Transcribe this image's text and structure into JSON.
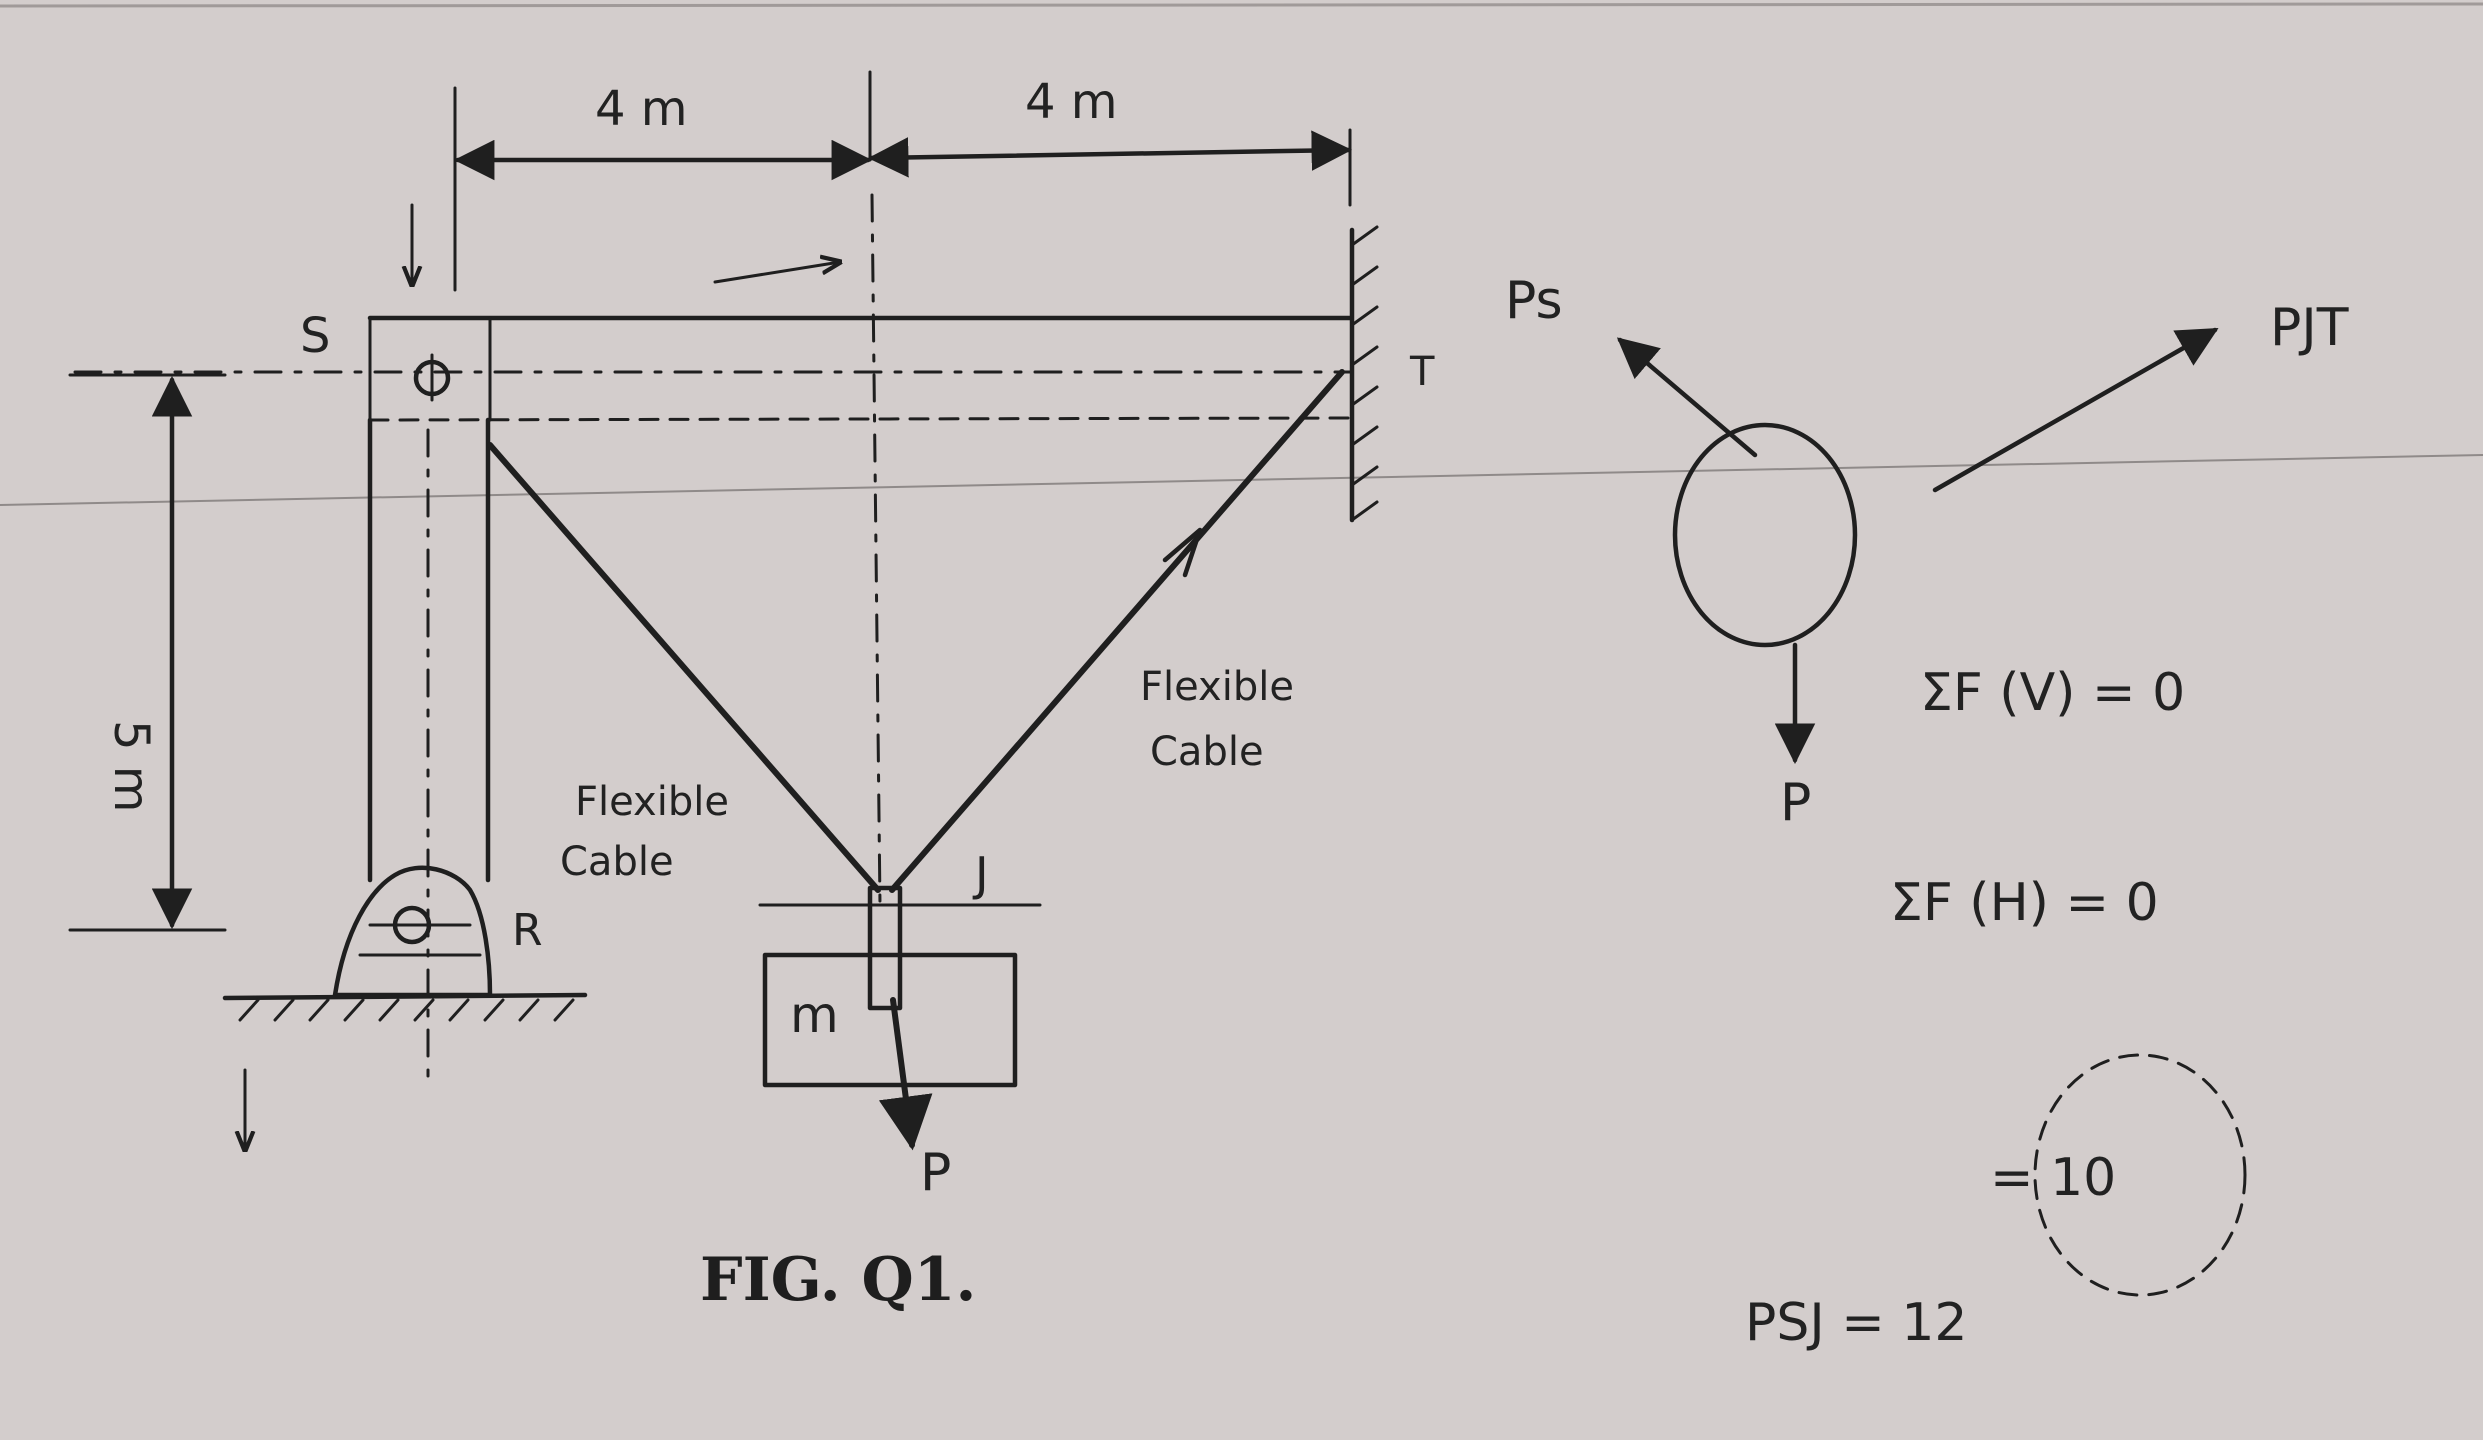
{
  "figure": {
    "caption": "FIG. Q1.",
    "dims": {
      "left_span": "4 m",
      "right_span": "4 m",
      "height": "5 m"
    },
    "points": {
      "S": "S",
      "R": "R",
      "T": "T",
      "J": "J"
    },
    "mass_label": "m",
    "load_label": "P",
    "cable_left": {
      "line1": "Flexible",
      "line2": "Cable"
    },
    "cable_right": {
      "line1": "Flexible",
      "line2": "Cable"
    }
  },
  "fbd": {
    "force_sj": "Ps",
    "force_jt": "PJT",
    "load": "P",
    "eq_v": "ΣF (V) = 0",
    "eq_h": "ΣF (H) = 0",
    "result_1": "= 10",
    "result_2": "PSJ = 12"
  }
}
